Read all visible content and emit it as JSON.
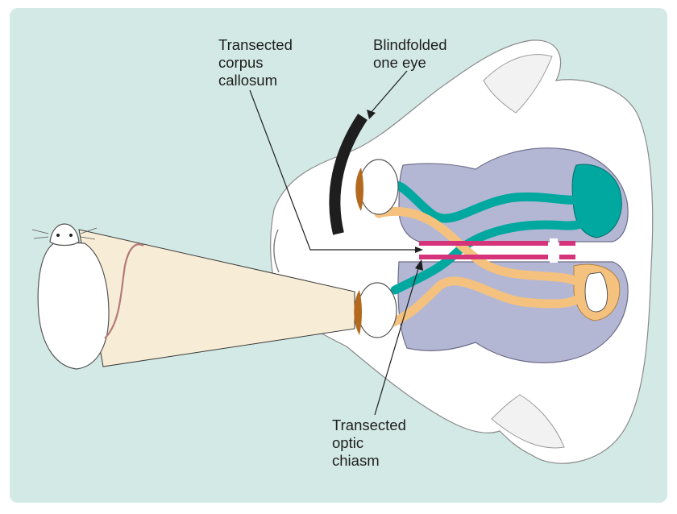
{
  "labels": {
    "corpus_callosum": [
      "Transected",
      "corpus",
      "callosum"
    ],
    "blindfolded": [
      "Blindfolded",
      "one eye"
    ],
    "optic_chiasm": [
      "Transected",
      "optic",
      "chiasm"
    ]
  },
  "colors": {
    "background": "#d3e9e5",
    "brain": "#b3b7d4",
    "left_visual_pathway": "#00a8a0",
    "right_visual_pathway": "#f4c27e",
    "corpus_callosum": "#d6347a",
    "blindfold": "#1e1e1e",
    "viewing_cone": "#f7ecd5"
  }
}
